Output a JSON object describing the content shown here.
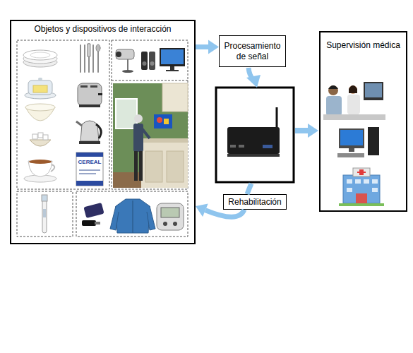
{
  "diagram": {
    "nodes": [
      {
        "text": [
          "Objetos y dispositivos de interacción"
        ]
      },
      {
        "text": [
          "Procesamiento de señal"
        ]
      },
      {
        "text": [
          "Supervisión médica"
        ]
      },
      {
        "text": [
          "Rehabilitación"
        ]
      }
    ],
    "edges": [
      {
        "from": 0,
        "to": 1,
        "arrow": "to"
      },
      {
        "from": 3,
        "to": 0,
        "arrow": "to"
      }
    ],
    "labels": [
      "CEREAL"
    ]
  }
}
